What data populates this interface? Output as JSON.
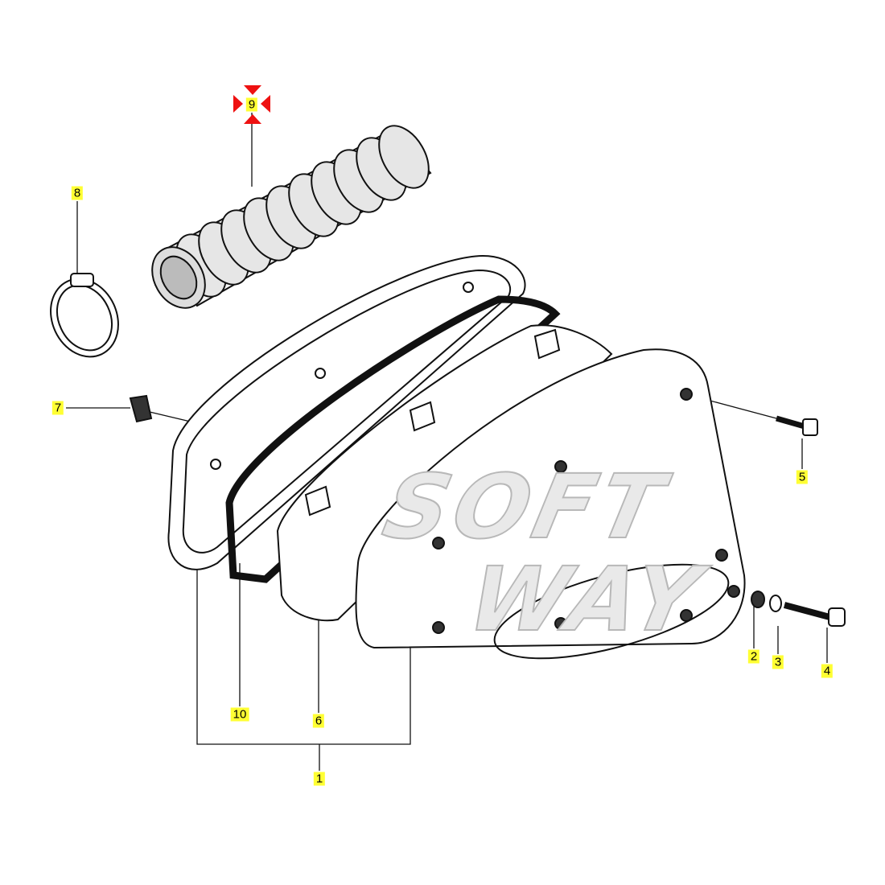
{
  "diagram": {
    "selected_part": "9",
    "highlight_color": "#ffff33",
    "selection_color": "#ee1111",
    "watermark": [
      "SOFT",
      "WAY"
    ],
    "callouts": [
      {
        "id": "1",
        "label": "1"
      },
      {
        "id": "2",
        "label": "2"
      },
      {
        "id": "3",
        "label": "3"
      },
      {
        "id": "4",
        "label": "4"
      },
      {
        "id": "5",
        "label": "5"
      },
      {
        "id": "6",
        "label": "6"
      },
      {
        "id": "7",
        "label": "7"
      },
      {
        "id": "8",
        "label": "8"
      },
      {
        "id": "9",
        "label": "9"
      },
      {
        "id": "10",
        "label": "10"
      }
    ]
  }
}
